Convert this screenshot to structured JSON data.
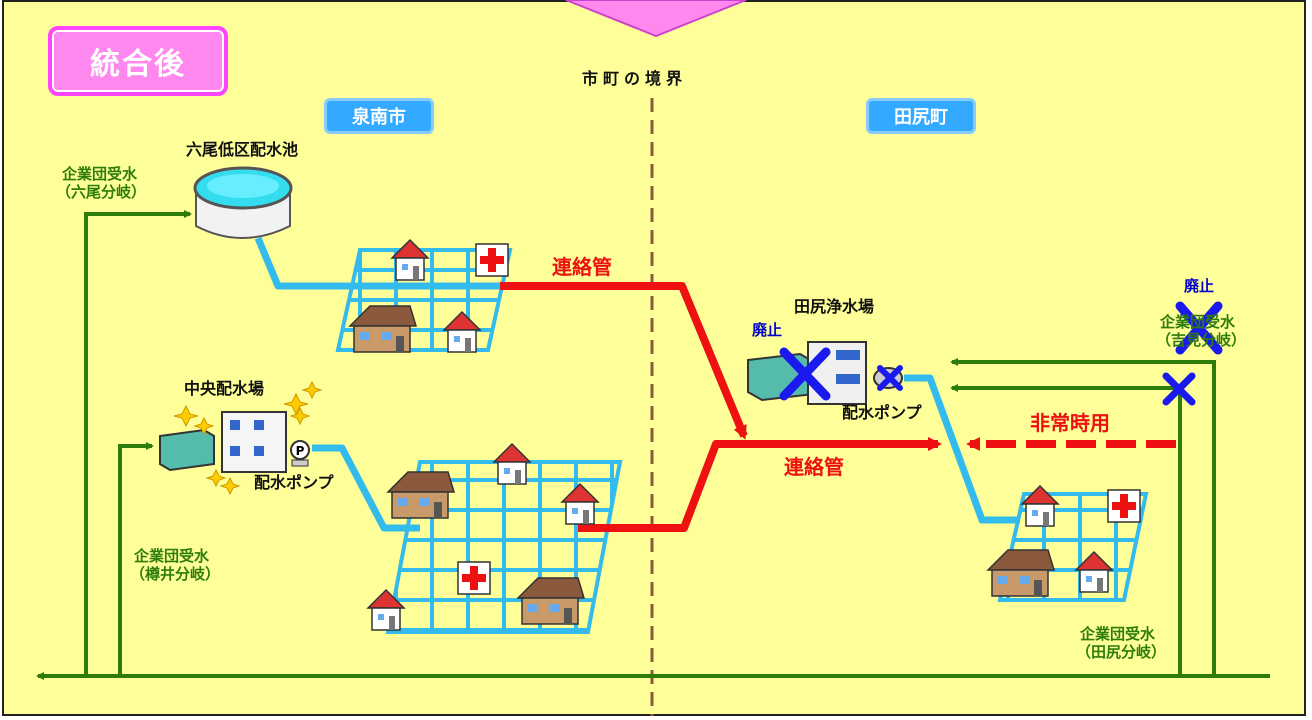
{
  "badge": "統合後",
  "boundary": "市町の境界",
  "cities": {
    "left": "泉南市",
    "right": "田尻町"
  },
  "labels": {
    "rokuo_reservoir": "六尾低区配水池",
    "bulk_rokuo_1": "企業団受水",
    "bulk_rokuo_2": "（六尾分岐）",
    "central_station": "中央配水場",
    "pump_left": "配水ポンプ",
    "bulk_tarui_1": "企業団受水",
    "bulk_tarui_2": "（樽井分岐）",
    "pipe_top": "連絡管",
    "pipe_bottom": "連絡管",
    "tajiri_plant": "田尻浄水場",
    "abolish_plant": "廃止",
    "pump_right": "配水ポンプ",
    "emergency": "非常時用",
    "abolish_yoshimi": "廃止",
    "bulk_yoshimi_1": "企業団受水",
    "bulk_yoshimi_2": "（吉見分岐）",
    "bulk_tajiri_1": "企業団受水",
    "bulk_tajiri_2": "（田尻分岐）"
  },
  "colors": {
    "background": "#ffff99",
    "water_pipe": "#33bbee",
    "connection_pipe": "#ee1111",
    "bulk_pipe": "#2e7d0a",
    "abolished_x": "#1a1aee",
    "boundary_line": "#8b5a3c",
    "badge": "#ff88ee",
    "city_label": "#33aaff"
  }
}
